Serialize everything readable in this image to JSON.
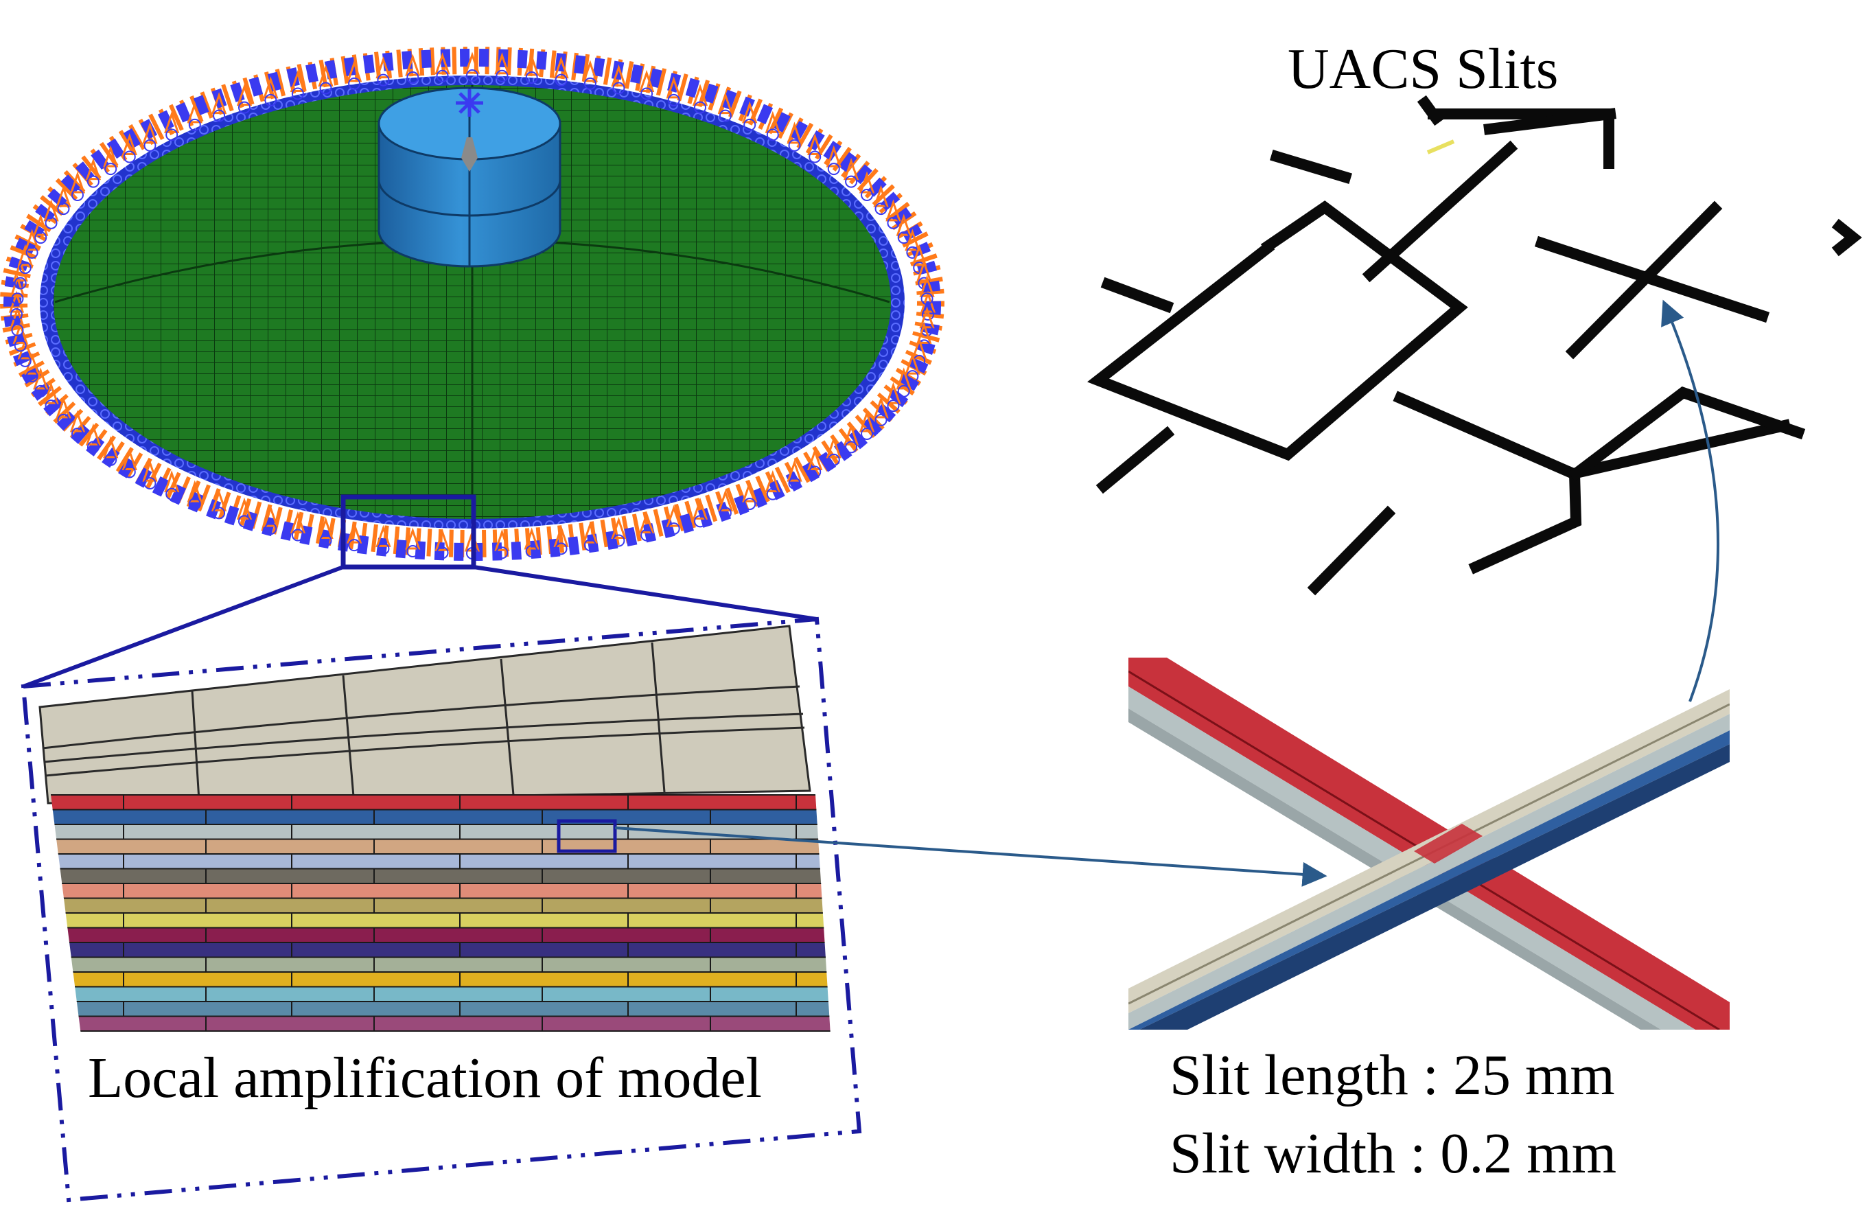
{
  "labels": {
    "title": "UACS Slits",
    "local_amplification": "Local amplification of model",
    "slit_length": "Slit length : 25 mm",
    "slit_width": "Slit width : 0.2 mm"
  },
  "colors": {
    "disc_mesh": "#1e7a22",
    "disc_ring": "#2233cc",
    "boundary_markers": "#ff7a1a",
    "boundary_cones": "#3a3af0",
    "impactor": "#2f86cc",
    "highlight_frame": "#1a1aa0",
    "zoom_frame": "#1a1aa0",
    "slit_lines": "#0a0a0a",
    "arrow": "#2a5a8a",
    "top_ply": "#cfcbbb",
    "ply_colors": [
      "#c8323c",
      "#2f5fa0",
      "#b6c2c3",
      "#d1a682",
      "#a8b8d8",
      "#6e6a60",
      "#e08c78",
      "#b4a460",
      "#d8d060",
      "#8a1e4e",
      "#383080",
      "#a4b098",
      "#e0b020",
      "#78b8c8",
      "#5a8aa8",
      "#9a4a7a"
    ]
  },
  "icons": {
    "boundary_condition": "cone-triangle-marker",
    "impactor": "cylinder-shape",
    "arrow": "arrow-head"
  }
}
